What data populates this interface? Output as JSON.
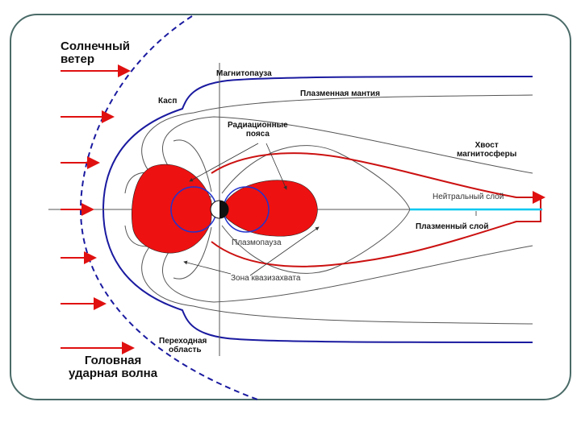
{
  "labels": {
    "solar_wind": [
      "Солнечный",
      "ветер"
    ],
    "magnetopause": "Магнитопауза",
    "plasma_mantle": "Плазменная мантия",
    "cusp": "Касп",
    "radiation_belts": [
      "Радиационные",
      "пояса"
    ],
    "magnetotail": [
      "Хвост",
      "магнитосферы"
    ],
    "neutral_sheet": "Нейтральный слой",
    "plasma_sheet": "Плазменный слой",
    "plasmapause": "Плазмопауза",
    "corotation_zone": "Зона квазизахвата",
    "transition_region": [
      "Переходная",
      "область"
    ],
    "bow_shock": [
      "Головная",
      "ударная волна"
    ]
  },
  "colors": {
    "frame": "#4a6b68",
    "field_lines": "#555555",
    "bow_shock": "#1a1aa0",
    "magnetopause": "#1a1aa0",
    "radiation_belts": "#ee1111",
    "plasmapause": "#2233cc",
    "solar_wind_arrows": "#e01010",
    "plasma_sheet_boundary": "#cc1111",
    "neutral_sheet": "#00c8f0"
  },
  "icons": [
    "solar-wind-arrow",
    "earth-icon"
  ]
}
